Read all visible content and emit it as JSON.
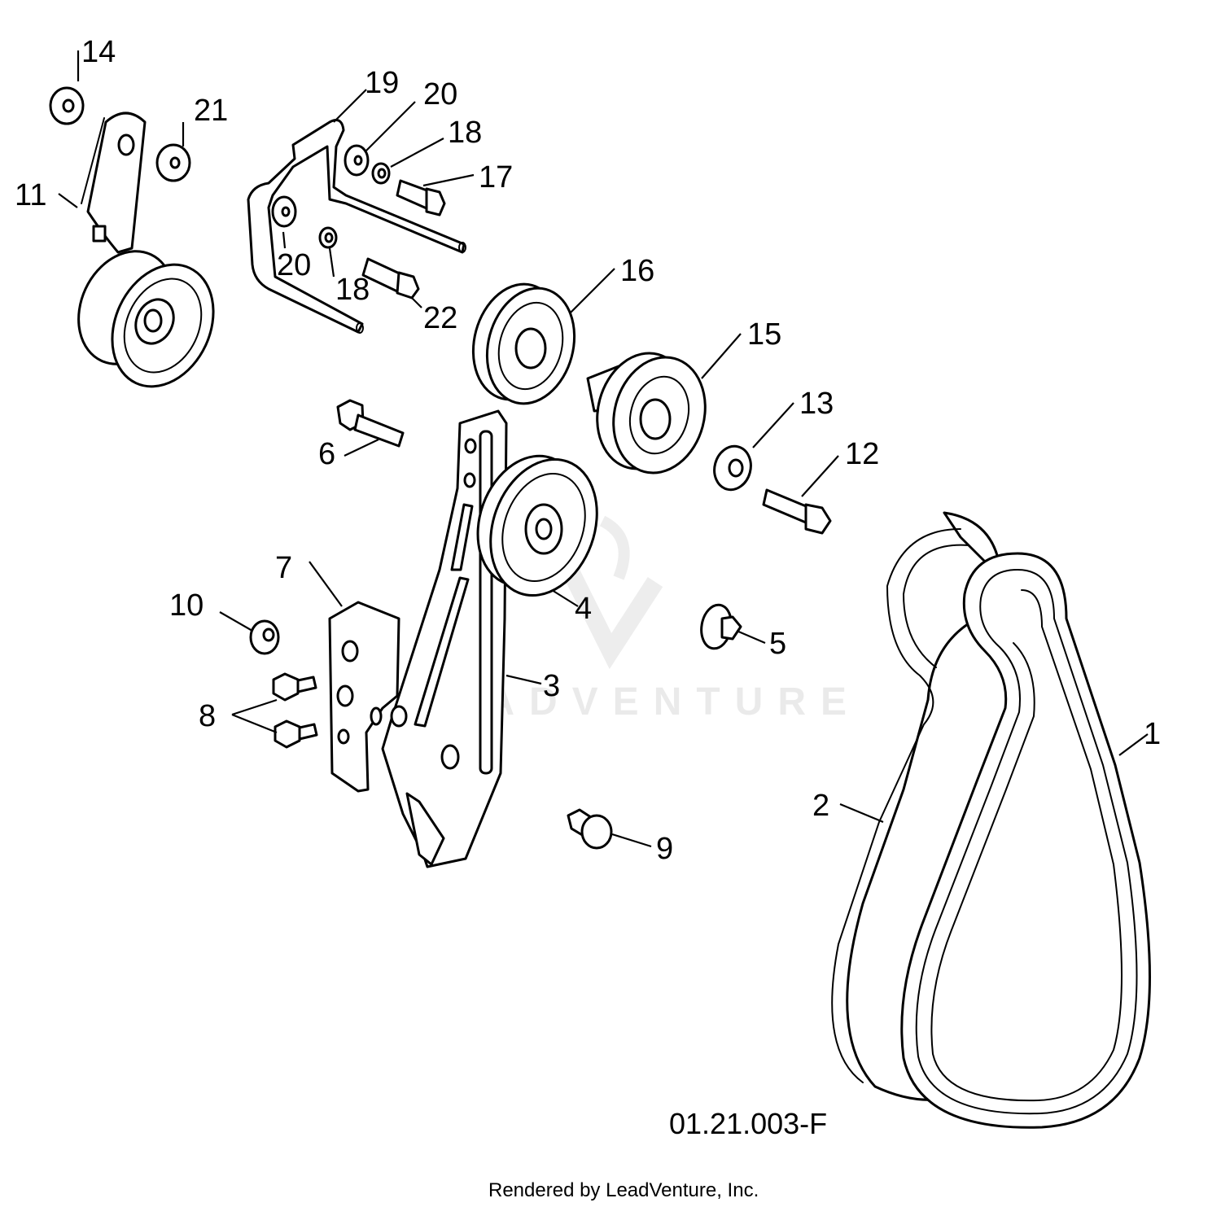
{
  "diagram": {
    "callouts": [
      "1",
      "2",
      "3",
      "4",
      "5",
      "6",
      "7",
      "8",
      "9",
      "10",
      "11",
      "12",
      "13",
      "14",
      "15",
      "16",
      "17",
      "18",
      "18",
      "19",
      "20",
      "20",
      "21",
      "22"
    ],
    "drawing_code": "01.21.003-F",
    "credit": "Rendered by LeadVenture, Inc.",
    "watermark": "LEADVENTURE"
  }
}
